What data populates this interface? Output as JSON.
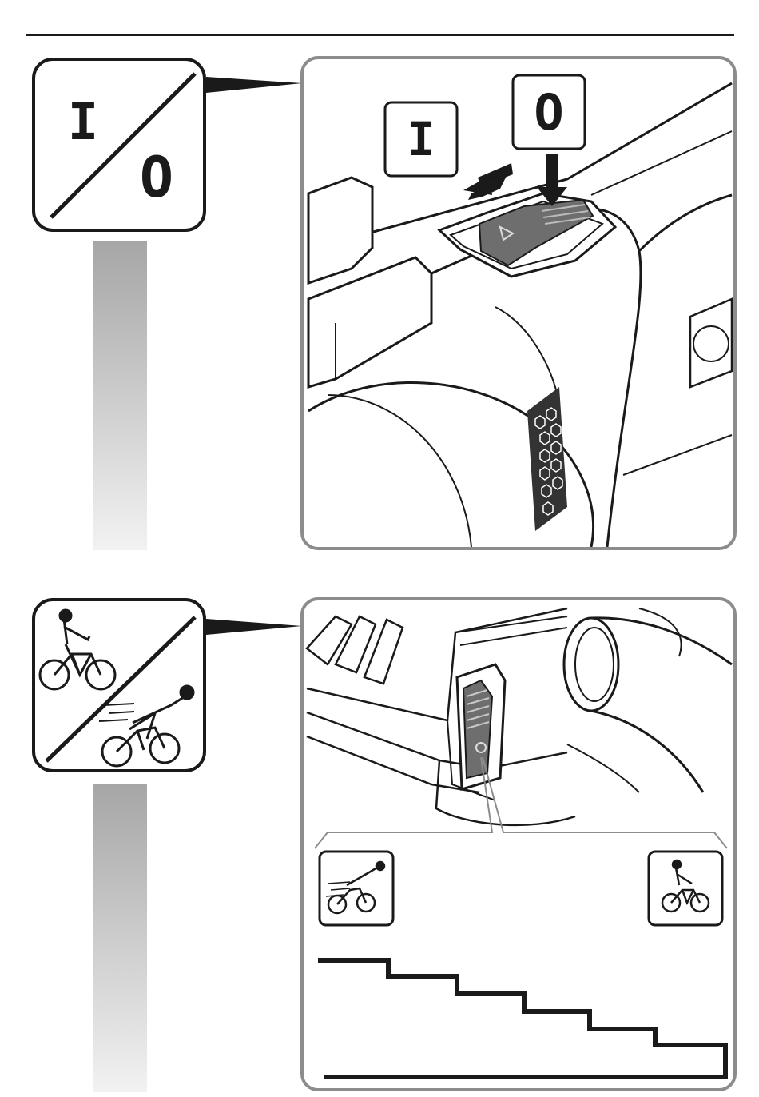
{
  "page": {
    "section_on_off": {
      "badge_symbols": {
        "on": "I",
        "off": "O"
      },
      "switch_labels": {
        "on": "I",
        "off": "O"
      }
    },
    "section_speed": {
      "badge_icons": [
        "cyclist-slow-icon",
        "cyclist-fast-icon"
      ],
      "dial_icons": [
        "cyclist-fast-icon",
        "cyclist-slow-icon"
      ],
      "scale": {
        "type": "staircase",
        "steps": 6,
        "direction": "high-to-low"
      }
    },
    "colors": {
      "outline": "#1a1a1a",
      "panel_border": "#8c8c8c",
      "gradient_top": "#a6a6a6",
      "gradient_bottom": "#f2f2f2",
      "switch_grey": "#6e6e6e"
    }
  }
}
